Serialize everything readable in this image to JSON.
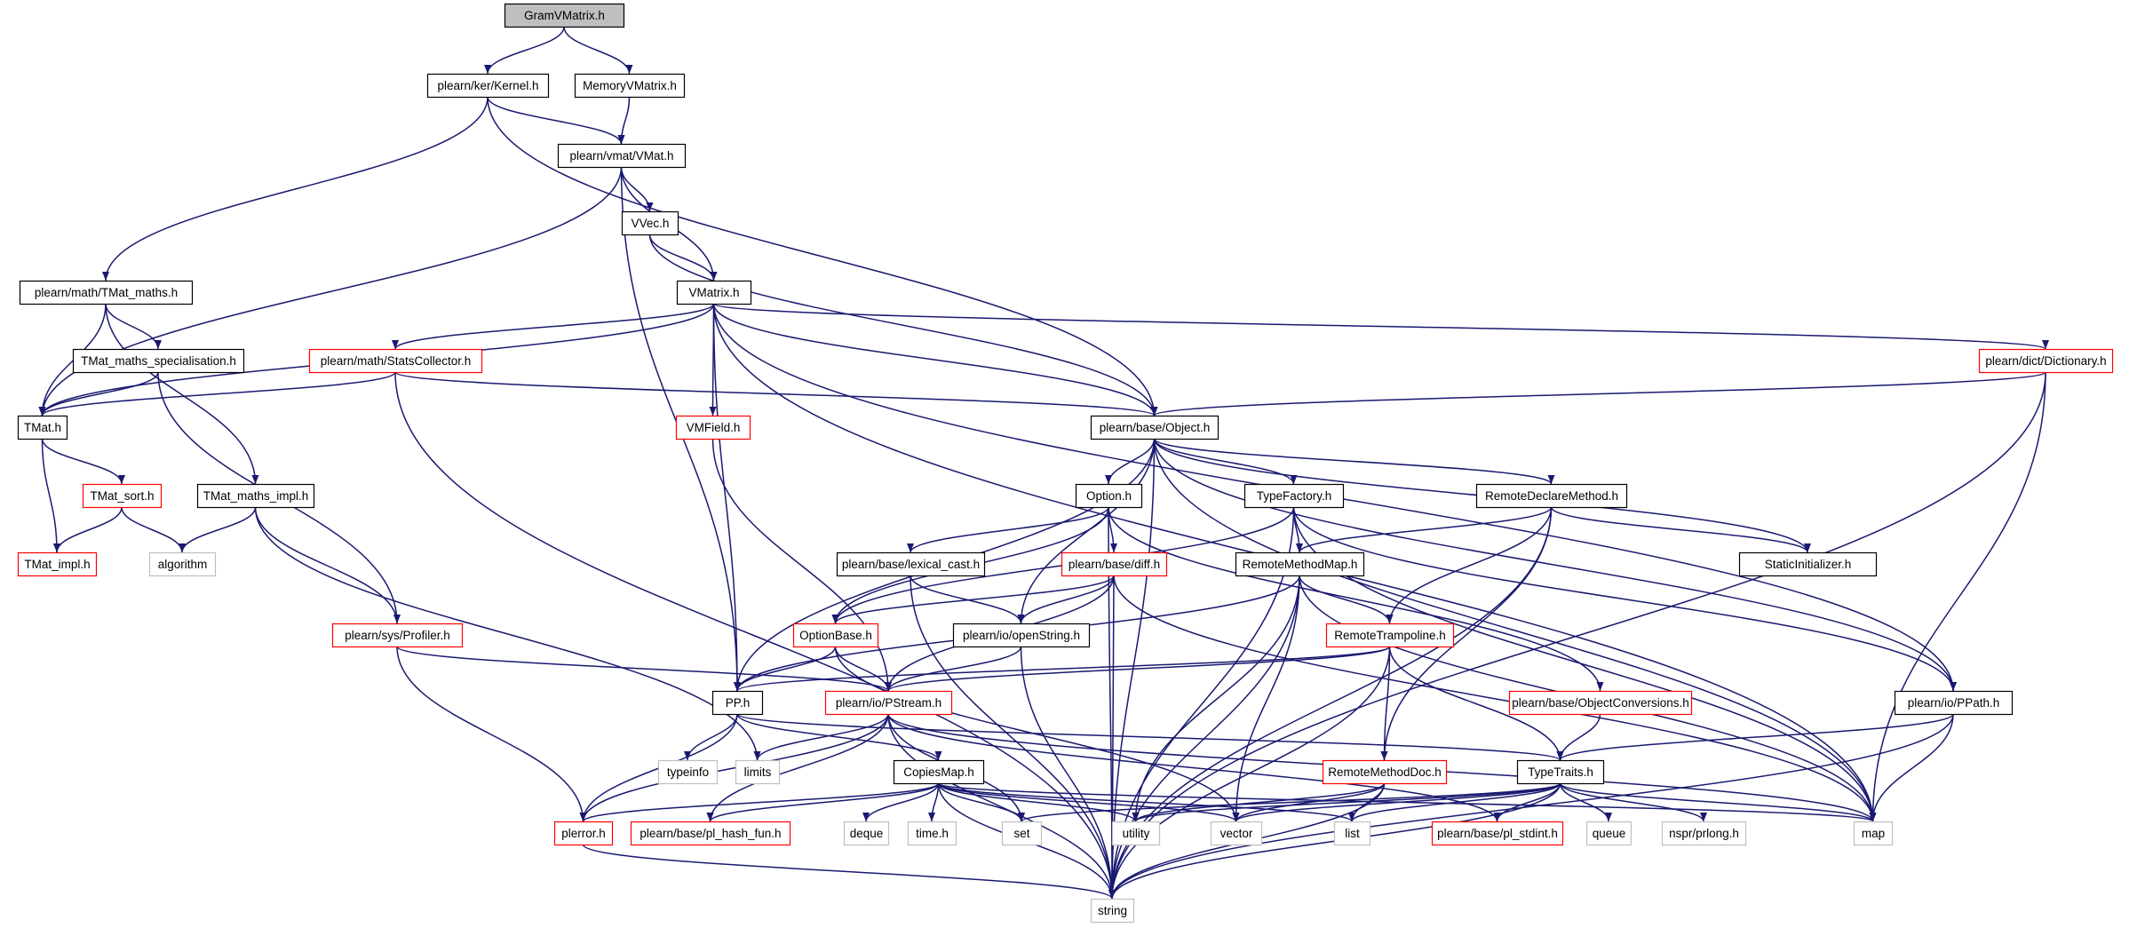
{
  "graph": {
    "nodes": [
      {
        "id": "gram",
        "label": "GramVMatrix.h",
        "style": "current"
      },
      {
        "id": "kernel",
        "label": "plearn/ker/Kernel.h",
        "style": "black"
      },
      {
        "id": "memvm",
        "label": "MemoryVMatrix.h",
        "style": "black"
      },
      {
        "id": "vmat",
        "label": "plearn/vmat/VMat.h",
        "style": "black"
      },
      {
        "id": "vvec",
        "label": "VVec.h",
        "style": "black"
      },
      {
        "id": "vmatrix",
        "label": "VMatrix.h",
        "style": "black"
      },
      {
        "id": "tmatmaths",
        "label": "plearn/math/TMat_maths.h",
        "style": "black"
      },
      {
        "id": "tmatspec",
        "label": "TMat_maths_specialisation.h",
        "style": "black"
      },
      {
        "id": "statscol",
        "label": "plearn/math/StatsCollector.h",
        "style": "red"
      },
      {
        "id": "dictionary",
        "label": "plearn/dict/Dictionary.h",
        "style": "red"
      },
      {
        "id": "tmat",
        "label": "TMat.h",
        "style": "black"
      },
      {
        "id": "vmfield",
        "label": "VMField.h",
        "style": "red"
      },
      {
        "id": "object",
        "label": "plearn/base/Object.h",
        "style": "black"
      },
      {
        "id": "tmatsort",
        "label": "TMat_sort.h",
        "style": "red"
      },
      {
        "id": "tmatmathsimpl",
        "label": "TMat_maths_impl.h",
        "style": "black"
      },
      {
        "id": "option",
        "label": "Option.h",
        "style": "black"
      },
      {
        "id": "typefactory",
        "label": "TypeFactory.h",
        "style": "black"
      },
      {
        "id": "remotedeclare",
        "label": "RemoteDeclareMethod.h",
        "style": "black"
      },
      {
        "id": "tmatimpl",
        "label": "TMat_impl.h",
        "style": "red"
      },
      {
        "id": "algorithm",
        "label": "algorithm",
        "style": "grey"
      },
      {
        "id": "lexicalcast",
        "label": "plearn/base/lexical_cast.h",
        "style": "black"
      },
      {
        "id": "diff",
        "label": "plearn/base/diff.h",
        "style": "red"
      },
      {
        "id": "remotemethodmap",
        "label": "RemoteMethodMap.h",
        "style": "black"
      },
      {
        "id": "staticinit",
        "label": "StaticInitializer.h",
        "style": "black"
      },
      {
        "id": "profiler",
        "label": "plearn/sys/Profiler.h",
        "style": "red"
      },
      {
        "id": "optionbase",
        "label": "OptionBase.h",
        "style": "red"
      },
      {
        "id": "openstring",
        "label": "plearn/io/openString.h",
        "style": "black"
      },
      {
        "id": "remotetramp",
        "label": "RemoteTrampoline.h",
        "style": "red"
      },
      {
        "id": "pp",
        "label": "PP.h",
        "style": "black"
      },
      {
        "id": "pstream",
        "label": "plearn/io/PStream.h",
        "style": "red"
      },
      {
        "id": "objconv",
        "label": "plearn/base/ObjectConversions.h",
        "style": "red"
      },
      {
        "id": "ppath",
        "label": "plearn/io/PPath.h",
        "style": "black"
      },
      {
        "id": "typeinfo",
        "label": "typeinfo",
        "style": "grey"
      },
      {
        "id": "limits",
        "label": "limits",
        "style": "grey"
      },
      {
        "id": "copiesmap",
        "label": "CopiesMap.h",
        "style": "black"
      },
      {
        "id": "remotemethoddoc",
        "label": "RemoteMethodDoc.h",
        "style": "red"
      },
      {
        "id": "typetraits",
        "label": "TypeTraits.h",
        "style": "black"
      },
      {
        "id": "plerror",
        "label": "plerror.h",
        "style": "red"
      },
      {
        "id": "hashfun",
        "label": "plearn/base/pl_hash_fun.h",
        "style": "red"
      },
      {
        "id": "deque",
        "label": "deque",
        "style": "grey"
      },
      {
        "id": "timeh",
        "label": "time.h",
        "style": "grey"
      },
      {
        "id": "set",
        "label": "set",
        "style": "grey"
      },
      {
        "id": "utility",
        "label": "utility",
        "style": "grey"
      },
      {
        "id": "vector",
        "label": "vector",
        "style": "grey"
      },
      {
        "id": "list",
        "label": "list",
        "style": "grey"
      },
      {
        "id": "stdint",
        "label": "plearn/base/pl_stdint.h",
        "style": "red"
      },
      {
        "id": "queue",
        "label": "queue",
        "style": "grey"
      },
      {
        "id": "prlong",
        "label": "nspr/prlong.h",
        "style": "grey"
      },
      {
        "id": "map",
        "label": "map",
        "style": "grey"
      },
      {
        "id": "string",
        "label": "string",
        "style": "grey"
      }
    ],
    "edges": [
      [
        "gram",
        "kernel"
      ],
      [
        "gram",
        "memvm"
      ],
      [
        "kernel",
        "vmat"
      ],
      [
        "kernel",
        "tmatmaths"
      ],
      [
        "kernel",
        "object"
      ],
      [
        "memvm",
        "vmat"
      ],
      [
        "vmat",
        "vvec"
      ],
      [
        "vmat",
        "vmatrix"
      ],
      [
        "vmat",
        "tmat"
      ],
      [
        "vmat",
        "pp"
      ],
      [
        "vvec",
        "vmatrix"
      ],
      [
        "vvec",
        "object"
      ],
      [
        "vmatrix",
        "statscol"
      ],
      [
        "vmatrix",
        "dictionary"
      ],
      [
        "vmatrix",
        "tmat"
      ],
      [
        "vmatrix",
        "vmfield"
      ],
      [
        "vmatrix",
        "object"
      ],
      [
        "vmatrix",
        "pp"
      ],
      [
        "vmatrix",
        "ppath"
      ],
      [
        "vmatrix",
        "map"
      ],
      [
        "tmatmaths",
        "tmatspec"
      ],
      [
        "tmatmaths",
        "tmat"
      ],
      [
        "tmatmaths",
        "tmatmathsimpl"
      ],
      [
        "tmatspec",
        "tmat"
      ],
      [
        "tmatspec",
        "profiler"
      ],
      [
        "statscol",
        "tmat"
      ],
      [
        "statscol",
        "object"
      ],
      [
        "statscol",
        "string"
      ],
      [
        "dictionary",
        "object"
      ],
      [
        "dictionary",
        "map"
      ],
      [
        "dictionary",
        "string"
      ],
      [
        "tmat",
        "tmatsort"
      ],
      [
        "tmat",
        "tmatimpl"
      ],
      [
        "tmatsort",
        "tmatimpl"
      ],
      [
        "tmatsort",
        "algorithm"
      ],
      [
        "tmatmathsimpl",
        "algorithm"
      ],
      [
        "tmatmathsimpl",
        "profiler"
      ],
      [
        "tmatmathsimpl",
        "limits"
      ],
      [
        "vmfield",
        "pstream"
      ],
      [
        "object",
        "option"
      ],
      [
        "object",
        "typefactory"
      ],
      [
        "object",
        "remotedeclare"
      ],
      [
        "object",
        "staticinit"
      ],
      [
        "object",
        "pp"
      ],
      [
        "object",
        "openstring"
      ],
      [
        "object",
        "ppath"
      ],
      [
        "object",
        "map"
      ],
      [
        "object",
        "string"
      ],
      [
        "option",
        "lexicalcast"
      ],
      [
        "option",
        "diff"
      ],
      [
        "option",
        "optionbase"
      ],
      [
        "option",
        "objconv"
      ],
      [
        "option",
        "string"
      ],
      [
        "typefactory",
        "remotemethodmap"
      ],
      [
        "typefactory",
        "optionbase"
      ],
      [
        "typefactory",
        "ppath"
      ],
      [
        "typefactory",
        "map"
      ],
      [
        "typefactory",
        "string"
      ],
      [
        "remotedeclare",
        "remotemethodmap"
      ],
      [
        "remotedeclare",
        "remotetramp"
      ],
      [
        "remotedeclare",
        "remotemethoddoc"
      ],
      [
        "remotedeclare",
        "staticinit"
      ],
      [
        "remotedeclare",
        "string"
      ],
      [
        "lexicalcast",
        "openstring"
      ],
      [
        "lexicalcast",
        "string"
      ],
      [
        "diff",
        "optionbase"
      ],
      [
        "diff",
        "openstring"
      ],
      [
        "diff",
        "pstream"
      ],
      [
        "diff",
        "map"
      ],
      [
        "diff",
        "string"
      ],
      [
        "remotemethodmap",
        "remotetramp"
      ],
      [
        "remotemethodmap",
        "pp"
      ],
      [
        "remotemethodmap",
        "map"
      ],
      [
        "remotemethodmap",
        "string"
      ],
      [
        "remotemethodmap",
        "vector"
      ],
      [
        "remotemethodmap",
        "utility"
      ],
      [
        "profiler",
        "pstream"
      ],
      [
        "profiler",
        "plerror"
      ],
      [
        "optionbase",
        "pp"
      ],
      [
        "optionbase",
        "pstream"
      ],
      [
        "optionbase",
        "vector"
      ],
      [
        "openstring",
        "pstream"
      ],
      [
        "openstring",
        "string"
      ],
      [
        "remotetramp",
        "pp"
      ],
      [
        "remotetramp",
        "pstream"
      ],
      [
        "remotetramp",
        "remotemethoddoc"
      ],
      [
        "remotetramp",
        "typetraits"
      ],
      [
        "remotetramp",
        "string"
      ],
      [
        "pp",
        "typeinfo"
      ],
      [
        "pp",
        "copiesmap"
      ],
      [
        "pp",
        "plerror"
      ],
      [
        "pp",
        "typetraits"
      ],
      [
        "pstream",
        "limits"
      ],
      [
        "pstream",
        "plerror"
      ],
      [
        "pstream",
        "hashfun"
      ],
      [
        "pstream",
        "set"
      ],
      [
        "pstream",
        "stdint"
      ],
      [
        "pstream",
        "map"
      ],
      [
        "pstream",
        "string"
      ],
      [
        "objconv",
        "typetraits"
      ],
      [
        "ppath",
        "typetraits"
      ],
      [
        "ppath",
        "map"
      ],
      [
        "ppath",
        "string"
      ],
      [
        "copiesmap",
        "plerror"
      ],
      [
        "copiesmap",
        "hashfun"
      ],
      [
        "copiesmap",
        "deque"
      ],
      [
        "copiesmap",
        "timeh"
      ],
      [
        "copiesmap",
        "set"
      ],
      [
        "copiesmap",
        "utility"
      ],
      [
        "copiesmap",
        "vector"
      ],
      [
        "copiesmap",
        "list"
      ],
      [
        "copiesmap",
        "map"
      ],
      [
        "copiesmap",
        "string"
      ],
      [
        "remotemethoddoc",
        "list"
      ],
      [
        "remotemethoddoc",
        "utility"
      ],
      [
        "remotemethoddoc",
        "vector"
      ],
      [
        "remotemethoddoc",
        "string"
      ],
      [
        "typetraits",
        "set"
      ],
      [
        "typetraits",
        "utility"
      ],
      [
        "typetraits",
        "vector"
      ],
      [
        "typetraits",
        "list"
      ],
      [
        "typetraits",
        "stdint"
      ],
      [
        "typetraits",
        "queue"
      ],
      [
        "typetraits",
        "prlong"
      ],
      [
        "typetraits",
        "map"
      ],
      [
        "typetraits",
        "string"
      ],
      [
        "plerror",
        "string"
      ]
    ]
  }
}
